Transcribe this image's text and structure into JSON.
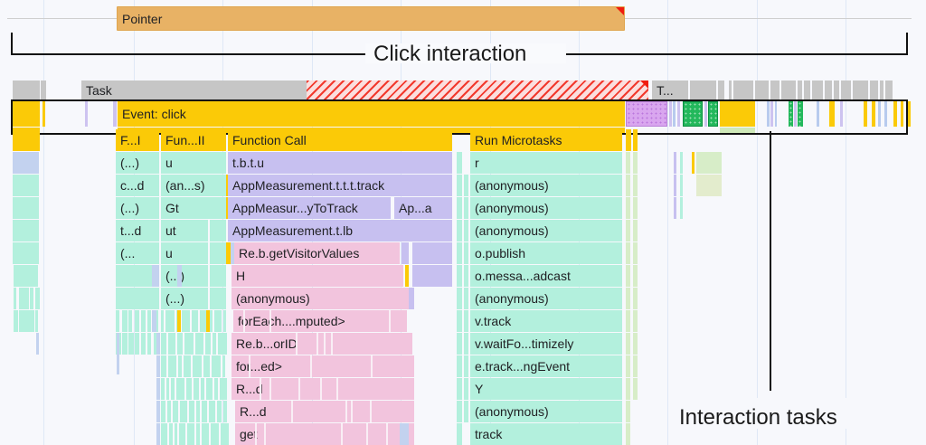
{
  "annotations": {
    "click_interaction": "Click interaction",
    "interaction_tasks": "Interaction tasks"
  },
  "tracks": {
    "pointer": {
      "label": "Pointer",
      "warning": true
    },
    "task": {
      "label": "Task",
      "label2": "T...",
      "long_task_warning": true
    },
    "event": {
      "label": "Event: click"
    }
  },
  "flame_columns": {
    "col_a_header": "F...I",
    "col_b_header": "Fun...II",
    "col_c_header": "Function Call",
    "col_d_header": "Run Microtasks"
  },
  "flame_rows": [
    {
      "depth": 0,
      "a": "F...I",
      "b": "Fun...II",
      "c": "Function Call",
      "c2": "",
      "d": "Run Microtasks"
    },
    {
      "depth": 1,
      "a": "(...)",
      "b": "u",
      "c": "t.b.t.u",
      "c2": "",
      "d": "r"
    },
    {
      "depth": 2,
      "a": "c...d",
      "b": "(an...s)",
      "c": "AppMeasurement.t.t.t.track",
      "c2": "",
      "d": "(anonymous)"
    },
    {
      "depth": 3,
      "a": "(...)",
      "b": "Gt",
      "c": "AppMeasur...yToTrack",
      "c2": "Ap...a",
      "d": "(anonymous)"
    },
    {
      "depth": 4,
      "a": "t...d",
      "b": "ut",
      "c": "AppMeasurement.t.lb",
      "c2": "",
      "d": "(anonymous)"
    },
    {
      "depth": 5,
      "a": "(...",
      "b": "u",
      "c": "Re.b.getVisitorValues",
      "c2": "",
      "d": "o.publish"
    },
    {
      "depth": 6,
      "a": "",
      "b": "(...)",
      "c": "H",
      "c2": "",
      "d": "o.messa...adcast"
    },
    {
      "depth": 7,
      "a": "",
      "b": "(...)",
      "c": "(anonymous)",
      "c2": "",
      "d": "(anonymous)"
    },
    {
      "depth": 8,
      "a": "",
      "b": "",
      "c": "forEach....mputed>",
      "c2": "",
      "d": "v.track"
    },
    {
      "depth": 9,
      "a": "",
      "b": "",
      "c": "Re.b...orID",
      "c2": "",
      "d": "v.waitFo...timizely"
    },
    {
      "depth": 10,
      "a": "",
      "b": "",
      "c": "for...ed>",
      "c2": "",
      "d": "e.track...ngEvent"
    },
    {
      "depth": 11,
      "a": "",
      "b": "",
      "c": "R...d",
      "c2": "",
      "d": "Y"
    },
    {
      "depth": 12,
      "a": "",
      "b": "",
      "c": "R...d",
      "c2": "",
      "d": "(anonymous)"
    },
    {
      "depth": 13,
      "a": "",
      "b": "",
      "c": "get",
      "c2": "",
      "d": "track"
    }
  ],
  "colors": {
    "background": "#f7f8fc",
    "pointer": "#e8b265",
    "task": "#c6c6c6",
    "event": "#fbca07",
    "scripting_lavender": "#c7c0f0",
    "rendering_pink": "#f2c4dd",
    "microtask_mint": "#b3f0dd",
    "warning_red": "#f01c0e",
    "gridline": "#dbe5f5",
    "annotation": "#111111"
  }
}
